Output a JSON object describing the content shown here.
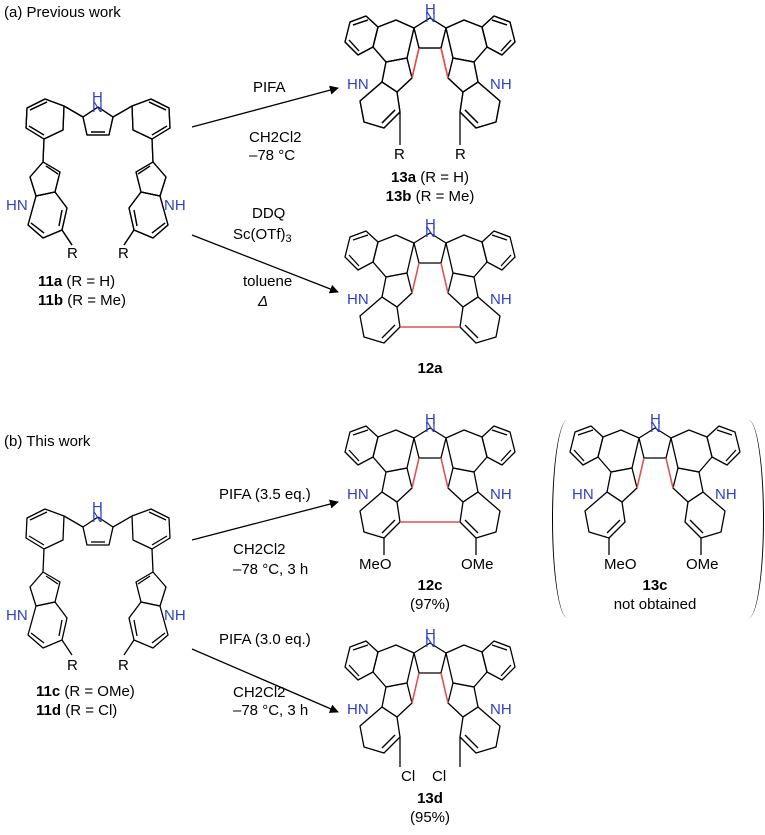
{
  "colors": {
    "bond": "#000000",
    "new_bond": "#e05050",
    "nitrogen": "#2f3fc8"
  },
  "section_a": {
    "label": "(a) Previous work"
  },
  "section_b": {
    "label": "(b) This work"
  },
  "reaction_1": {
    "reagent": "PIFA",
    "solvent": "CH2Cl2",
    "conditions": "–78 °C"
  },
  "reaction_2": {
    "reagent1": "DDQ",
    "reagent2_main": "Sc(OTf)",
    "reagent2_sub": "3",
    "solvent": "toluene",
    "heat": "Δ"
  },
  "reaction_3": {
    "reagent": "PIFA (3.5 eq.)",
    "solvent": "CH2Cl2",
    "conditions": "–78 °C, 3 h"
  },
  "reaction_4": {
    "reagent": "PIFA (3.0 eq.)",
    "solvent": "CH2Cl2",
    "conditions": "–78 °C, 3 h"
  },
  "nh": "NH",
  "hn": "HN",
  "h": "H",
  "n": "N",
  "sm_a": {
    "id1": "11a",
    "desc1": "(R = H)",
    "id2": "11b",
    "desc2": "(R = Me)",
    "subst": "R"
  },
  "sm_b": {
    "id1": "11c",
    "desc1": "(R = OMe)",
    "id2": "11d",
    "desc2": "(R = Cl)",
    "subst": "R"
  },
  "prod_13ab": {
    "id1": "13a",
    "desc1": "(R = H)",
    "id2": "13b",
    "desc2": "(R = Me)",
    "subst": "R"
  },
  "prod_12a": {
    "id": "12a"
  },
  "prod_12c": {
    "id": "12c",
    "yield": "(97%)",
    "subst": "MeO",
    "subst2": "OMe"
  },
  "prod_13c": {
    "id": "13c",
    "note": "not obtained",
    "subst": "MeO",
    "subst2": "OMe"
  },
  "prod_13d": {
    "id": "13d",
    "yield": "(95%)",
    "subst": "Cl"
  }
}
